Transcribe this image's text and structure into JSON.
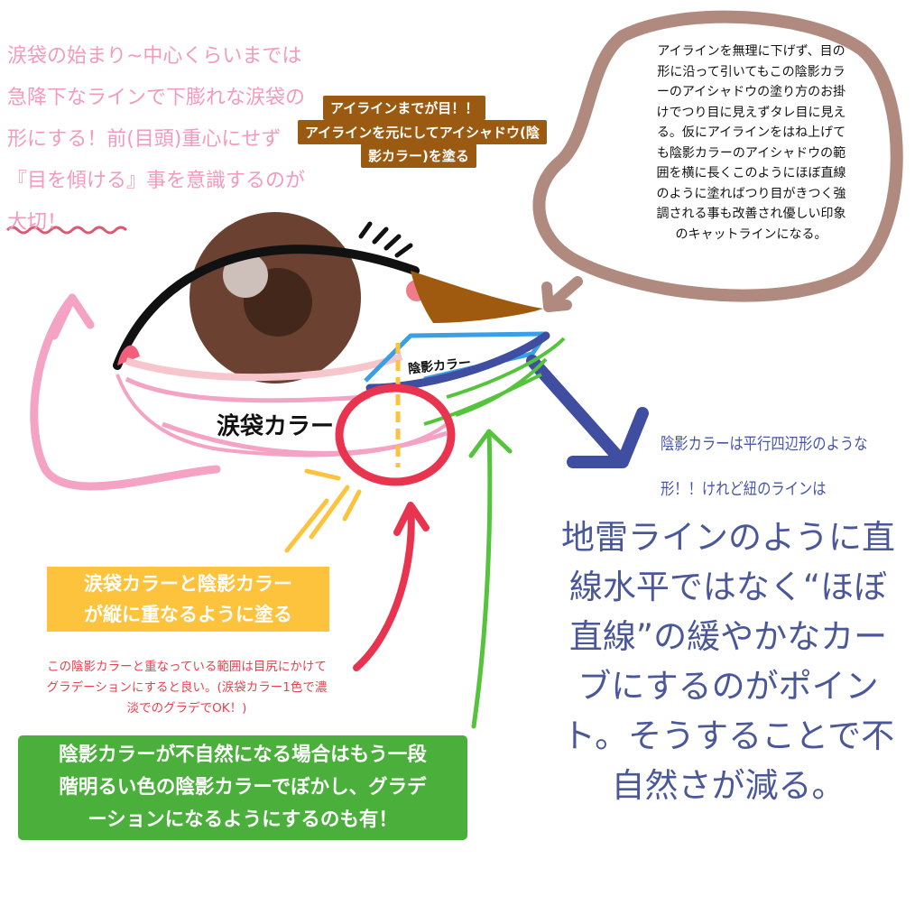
{
  "pink_note": {
    "lines": [
      "涙袋の始まり~中心くらいまでは",
      "急降下なラインで下膨れな涙袋の",
      "形にする！前(目頭)重心にせず",
      "『目を傾ける』事を意識するのが",
      "大切！"
    ]
  },
  "eyeliner_tags": [
    "アイラインまでが目！！",
    "アイラインを元にしてアイシャドウ(陰",
    "影カラー)を塗る"
  ],
  "speech_bubble": {
    "lines": [
      "アイラインを無理に下げず、目の",
      "形に沿って引いてもこの陰影カラ",
      "ーのアイシャドウの塗り方のお掛",
      "けでつり目に見えずタレ目に見え",
      "る。仮にアイラインをはね上げて",
      "も陰影カラーのアイシャドウの範",
      "囲を横に長くこのようにほぼ直線",
      "のように塗ればつり目がきつく強",
      "調される事も改善され優しい印象",
      "のキャットラインになる。"
    ]
  },
  "labels": {
    "shadow_color": "陰影カラー",
    "tear_bag_color": "涙袋カラー"
  },
  "blue_note": {
    "small_lines": [
      "陰影カラーは平行四辺形のような",
      "形！！けれど紐のラインは"
    ],
    "big_lines": [
      "地雷ラインのように直",
      "線水平ではなく“ほぼ",
      "直線”の緩やかなカー",
      "ブにするのがポイン",
      "ト。そうすることで不",
      "自然さが減る。"
    ]
  },
  "yellow_note": {
    "lines": [
      "涙袋カラーと陰影カラー",
      "が縦に重なるように塗る"
    ]
  },
  "red_note": {
    "lines": [
      "この陰影カラーと重なっている範囲は目尻にかけて",
      "グラデーションにすると良い。(涙袋カラー1色で濃",
      "淡でのグラデでOK！)"
    ]
  },
  "green_note": {
    "lines": [
      "陰影カラーが不自然になる場合はもう一段",
      "階明るい色の陰影カラーでぼかし、グラデ",
      "ーションになるようにするのも有！"
    ]
  },
  "colors": {
    "pink": "#f29bbd",
    "brown_tag": "#9a5a12",
    "bubble_stroke": "#b08a7e",
    "navy": "#3f4ea0",
    "light_blue": "#3a9fe6",
    "green": "#4bb03b",
    "yellow": "#fdc33c",
    "red": "#e8344f"
  }
}
